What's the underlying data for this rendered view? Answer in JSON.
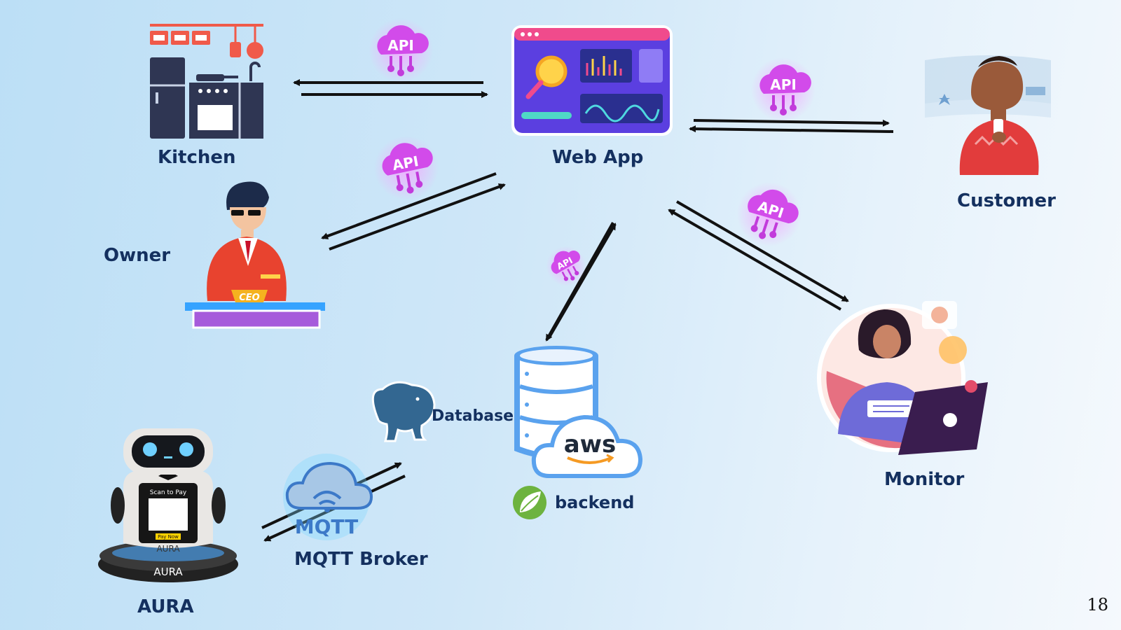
{
  "labels": {
    "kitchen": "Kitchen",
    "web_app": "Web App",
    "customer": "Customer",
    "owner": "Owner",
    "monitor": "Monitor",
    "database": "Database",
    "backend": "backend",
    "mqtt_broker": "MQTT Broker",
    "aura": "AURA"
  },
  "badges": {
    "api": "API",
    "mqtt": "MQTT",
    "aws": "aws",
    "ceo": "CEO"
  },
  "robot": {
    "screen_title": "Scan to Pay",
    "button": "Pay Now",
    "body_label": "AURA",
    "base_label": "AURA"
  },
  "page_number": "18",
  "colors": {
    "label": "#14305f",
    "api_badge": "#d24bea",
    "arrow": "#111111",
    "webapp_frame": "#5b3fe0",
    "owner_jacket": "#e8432f",
    "kitchen_dark": "#2f3653",
    "kitchen_accent": "#f05a4a"
  },
  "icons": [
    "kitchen-icon",
    "web-app-dashboard-icon",
    "customer-icon",
    "owner-ceo-icon",
    "monitor-person-icon",
    "database-icon",
    "aws-cloud-icon",
    "postgresql-icon",
    "spring-leaf-icon",
    "mqtt-cloud-icon",
    "aura-robot-icon",
    "api-badge-icon"
  ]
}
